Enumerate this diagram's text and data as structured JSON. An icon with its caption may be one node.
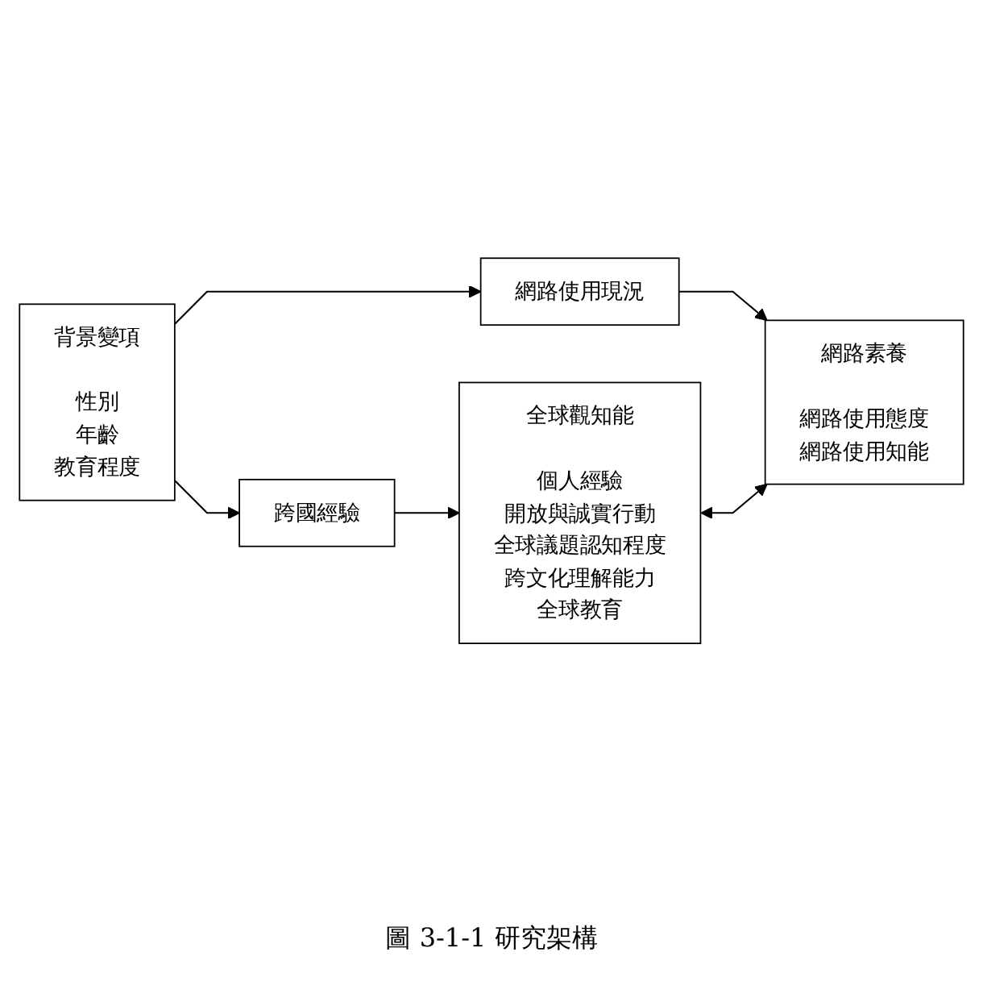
{
  "diagram": {
    "caption": "圖 3-1-1 研究架構",
    "nodes": [
      {
        "text": [
          "背景變項",
          "性別",
          "年齡",
          "教育程度"
        ]
      },
      {
        "text": [
          "跨國經驗"
        ]
      },
      {
        "text": [
          "網路使用現況"
        ]
      },
      {
        "text": [
          "全球觀知能",
          "個人經驗",
          "開放與誠實行動",
          "全球議題認知程度",
          "跨文化理解能力",
          "全球教育"
        ]
      },
      {
        "text": [
          "網路素養",
          "網路使用態度",
          "網路使用知能"
        ]
      }
    ],
    "edges": [
      {
        "from": 0,
        "to": 1,
        "arrow": "to"
      },
      {
        "from": 0,
        "to": 2,
        "arrow": "to"
      },
      {
        "from": 1,
        "to": 3,
        "arrow": "to"
      },
      {
        "from": 2,
        "to": 4,
        "arrow": "to"
      },
      {
        "from": 3,
        "to": 4,
        "arrow": "both"
      }
    ]
  }
}
